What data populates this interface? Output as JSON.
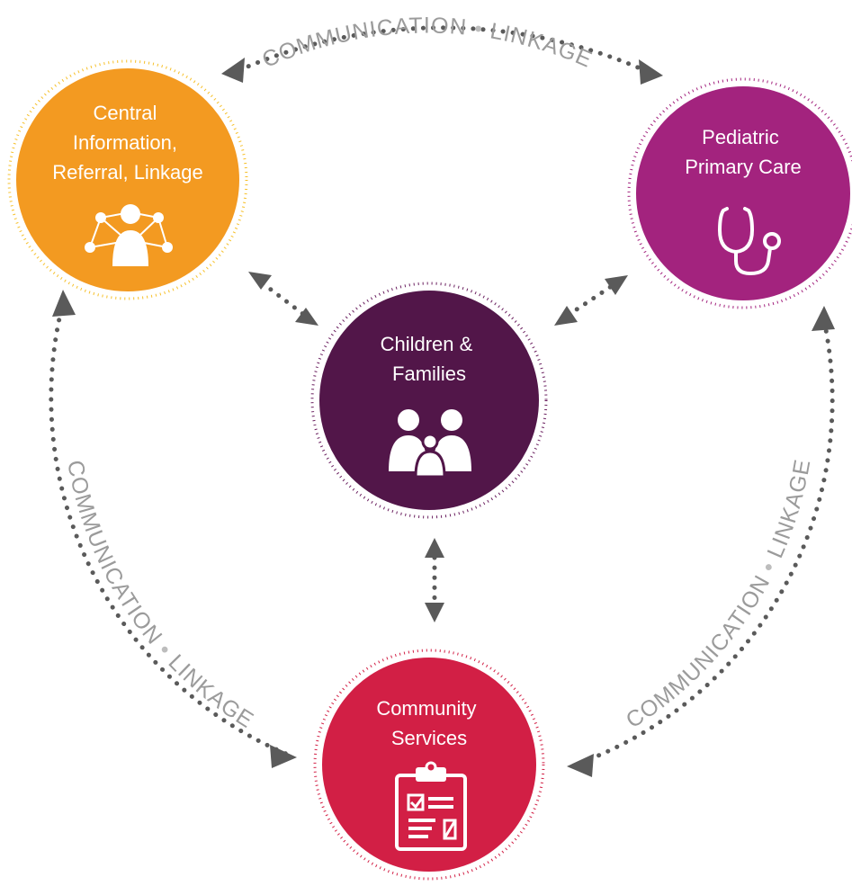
{
  "nodes": {
    "central": {
      "lines": [
        "Central",
        "Information,",
        "Referral, Linkage"
      ],
      "color": "#f39a21",
      "ring": "#f6c02a",
      "icon": "network-person-icon"
    },
    "pediatric": {
      "lines": [
        "Pediatric",
        "Primary Care"
      ],
      "color": "#a3237e",
      "ring": "#a3237e",
      "icon": "stethoscope-icon"
    },
    "children": {
      "lines": [
        "Children &",
        "Families"
      ],
      "color": "#521649",
      "ring": "#6b2060",
      "icon": "family-icon"
    },
    "community": {
      "lines": [
        "Community",
        "Services"
      ],
      "color": "#d21f45",
      "ring": "#d21f45",
      "icon": "clipboard-icon"
    }
  },
  "links": {
    "top": {
      "word1": "COMMUNICATION",
      "separator": "•",
      "word2": "LINKAGE"
    },
    "left": {
      "word1": "COMMUNICATION",
      "separator": "•",
      "word2": "LINKAGE"
    },
    "right": {
      "word1": "COMMUNICATION",
      "separator": "•",
      "word2": "LINKAGE"
    }
  }
}
